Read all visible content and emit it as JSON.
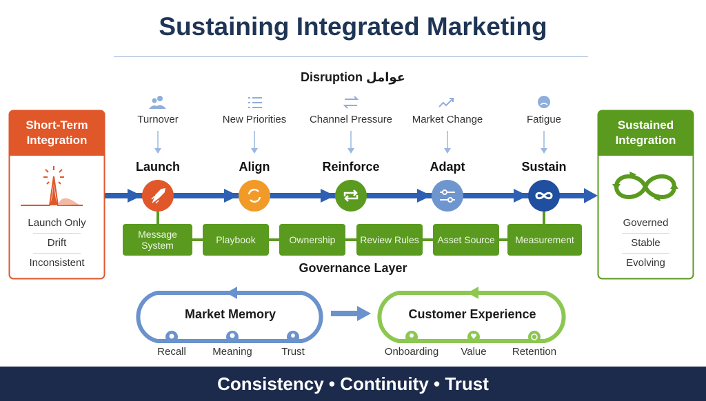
{
  "title": "Sustaining Integrated Marketing",
  "disruption_header": "Disruption عوامل",
  "disruptions": [
    {
      "label": "Turnover",
      "icon": "people-icon"
    },
    {
      "label": "New Priorities",
      "icon": "checklist-icon"
    },
    {
      "label": "Channel Pressure",
      "icon": "swap-arrows-icon"
    },
    {
      "label": "Market Change",
      "icon": "trend-up-icon"
    },
    {
      "label": "Fatigue",
      "icon": "sad-face-icon"
    }
  ],
  "stages": [
    {
      "label": "Launch",
      "icon": "rocket-icon",
      "color": "#e0572a"
    },
    {
      "label": "Align",
      "icon": "refresh-icon",
      "color": "#f29a27"
    },
    {
      "label": "Reinforce",
      "icon": "repeat-icon",
      "color": "#5a9a1f"
    },
    {
      "label": "Adapt",
      "icon": "sliders-icon",
      "color": "#6f95cf"
    },
    {
      "label": "Sustain",
      "icon": "infinity-icon",
      "color": "#1f4f9e"
    }
  ],
  "governance": {
    "label": "Governance Layer",
    "items": [
      "Message System",
      "Playbook",
      "Ownership",
      "Review Rules",
      "Asset Source",
      "Measurement"
    ]
  },
  "short_term": {
    "title": "Short-Term Integration",
    "items": [
      "Launch Only",
      "Drift",
      "Inconsistent"
    ],
    "color": "#e0572a"
  },
  "sustained": {
    "title": "Sustained Integration",
    "items": [
      "Governed",
      "Stable",
      "Evolving"
    ],
    "color": "#5a9a1f"
  },
  "market_memory": {
    "title": "Market Memory",
    "items": [
      "Recall",
      "Meaning",
      "Trust"
    ],
    "color": "#6a92cc"
  },
  "customer_experience": {
    "title": "Customer Experience",
    "items": [
      "Onboarding",
      "Value",
      "Retention"
    ],
    "color": "#8cc751"
  },
  "footer": "Consistency • Continuity • Trust"
}
